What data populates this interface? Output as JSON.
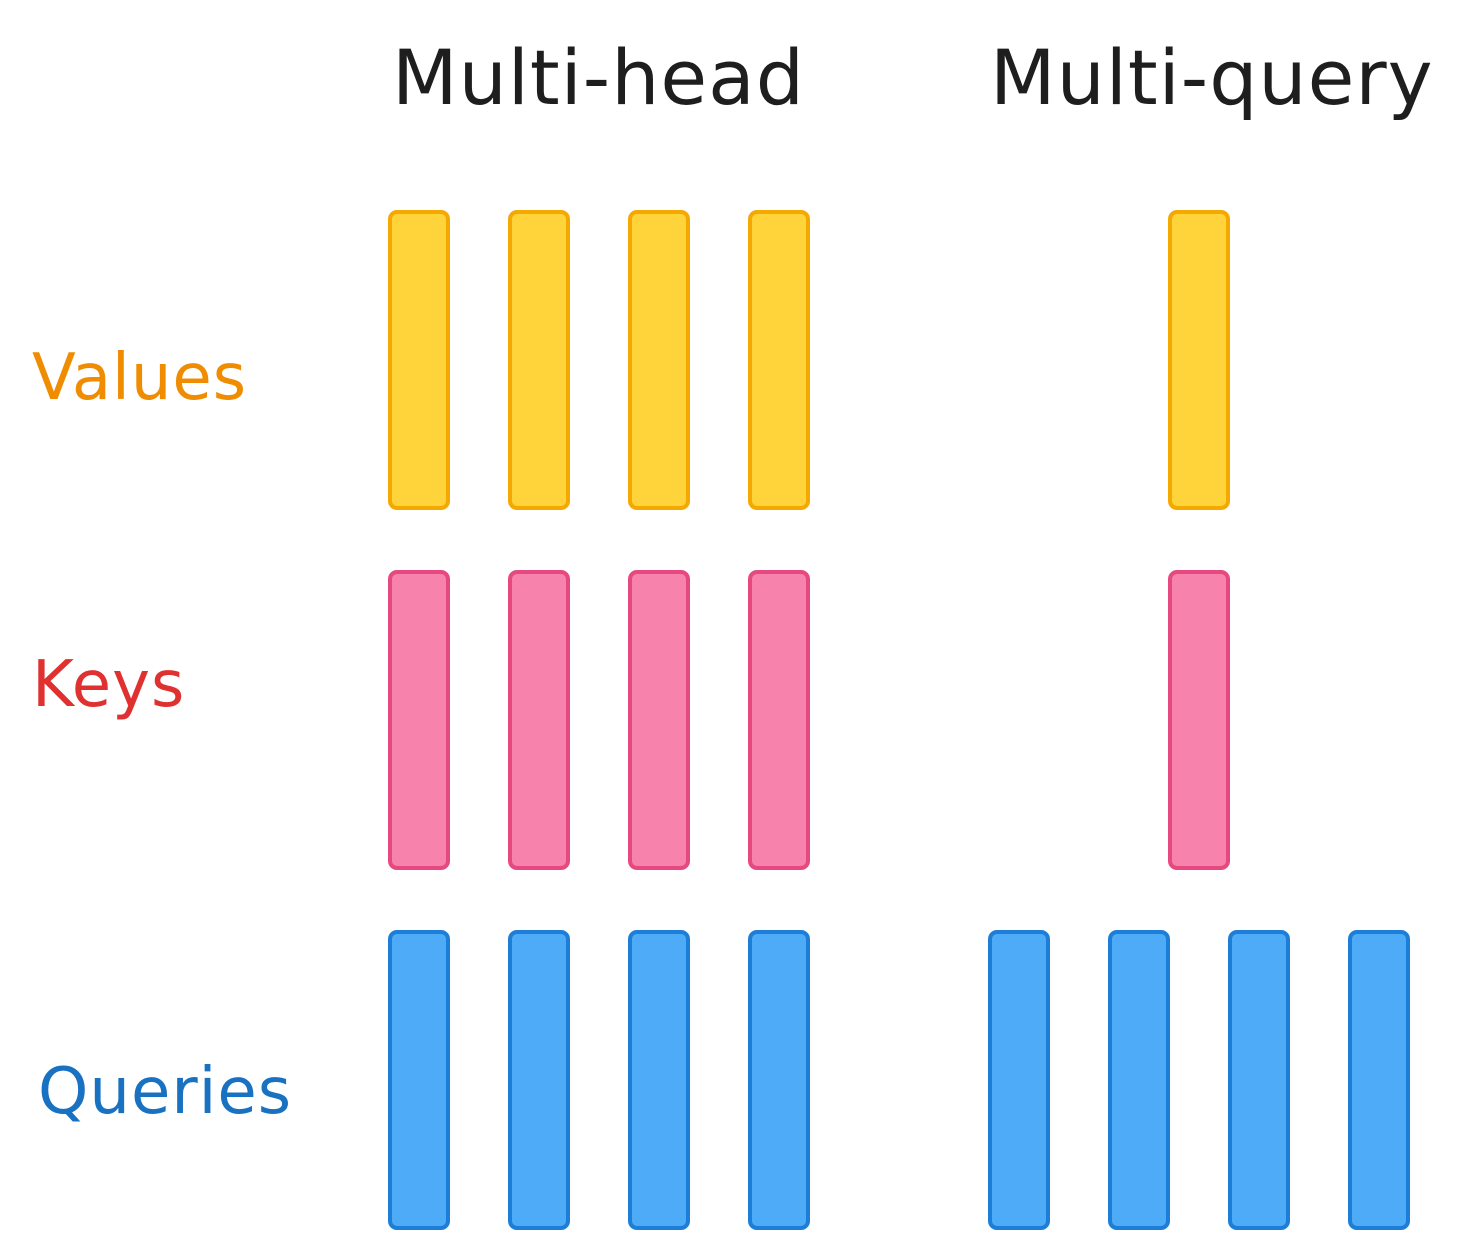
{
  "columns": {
    "multi_head": {
      "title": "Multi-head"
    },
    "multi_query": {
      "title": "Multi-query"
    }
  },
  "rows": {
    "values": {
      "label": "Values",
      "color": "#f08c00",
      "fill": "#ffd43b",
      "stroke": "#f5a800"
    },
    "keys": {
      "label": "Keys",
      "color": "#e03131",
      "fill": "#f783ac",
      "stroke": "#e64980"
    },
    "queries": {
      "label": "Queries",
      "color": "#1971c2",
      "fill": "#4dabf7",
      "stroke": "#1c7ed6"
    }
  },
  "heads": {
    "multi_head": {
      "values": 4,
      "keys": 4,
      "queries": 4
    },
    "multi_query": {
      "values": 1,
      "keys": 1,
      "queries": 4
    }
  }
}
